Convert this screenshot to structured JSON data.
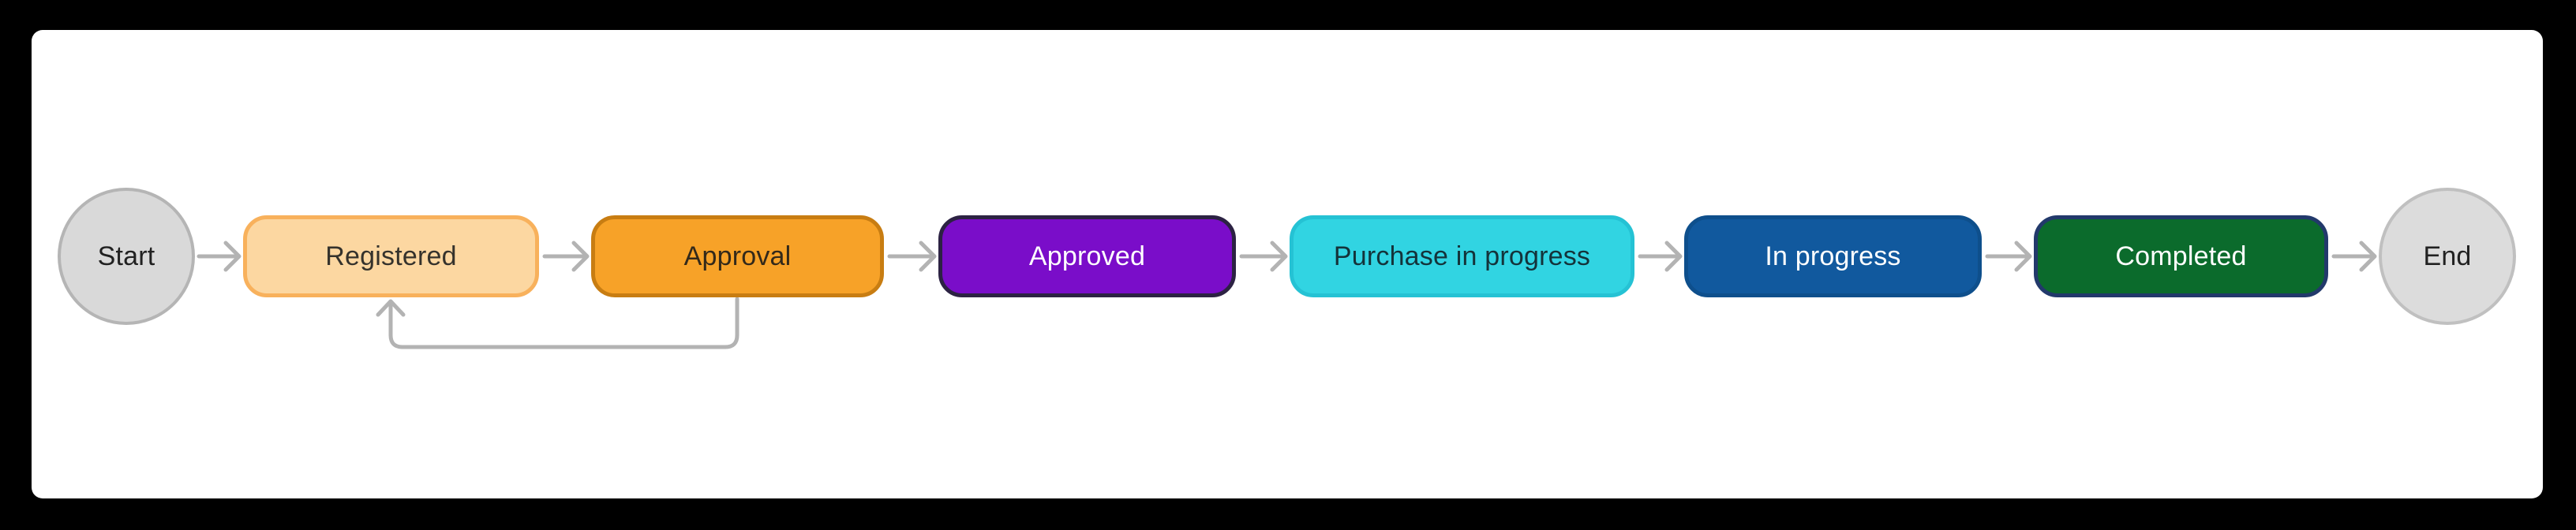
{
  "page": {
    "background": "#000000",
    "panel_background": "#ffffff"
  },
  "diagram": {
    "type": "flowchart",
    "direction": "left-to-right",
    "connector_color": "#b3b3b3",
    "nodes": [
      {
        "id": "start",
        "label": "Start",
        "shape": "circle",
        "fill": "#d9d9d9",
        "border": "#b5b5b5",
        "text_color": "#212121"
      },
      {
        "id": "registered",
        "label": "Registered",
        "shape": "rounded-rect",
        "fill": "#fcd7a1",
        "border": "#f8b15c",
        "text_color": "#35322c"
      },
      {
        "id": "approval",
        "label": "Approval",
        "shape": "rounded-rect",
        "fill": "#f7a228",
        "border": "#c87d12",
        "text_color": "#33291a"
      },
      {
        "id": "approved",
        "label": "Approved",
        "shape": "rounded-rect",
        "fill": "#7a0dc9",
        "border": "#2c2243",
        "text_color": "#ffffff"
      },
      {
        "id": "purchase-in-progress",
        "label": "Purchase in progress",
        "shape": "rounded-rect",
        "fill": "#31d4e2",
        "border": "#25c2d4",
        "text_color": "#14333a"
      },
      {
        "id": "in-progress",
        "label": "In progress",
        "shape": "rounded-rect",
        "fill": "#11599e",
        "border": "#0e4f8c",
        "text_color": "#ffffff"
      },
      {
        "id": "completed",
        "label": "Completed",
        "shape": "rounded-rect",
        "fill": "#0b6b2c",
        "border": "#22396b",
        "text_color": "#ffffff"
      },
      {
        "id": "end",
        "label": "End",
        "shape": "circle",
        "fill": "#dcdcdc",
        "border": "#c0c0c0",
        "text_color": "#212121"
      }
    ],
    "edges": [
      {
        "from": "start",
        "to": "registered",
        "type": "forward"
      },
      {
        "from": "registered",
        "to": "approval",
        "type": "forward"
      },
      {
        "from": "approval",
        "to": "approved",
        "type": "forward"
      },
      {
        "from": "approved",
        "to": "purchase-in-progress",
        "type": "forward"
      },
      {
        "from": "purchase-in-progress",
        "to": "in-progress",
        "type": "forward"
      },
      {
        "from": "in-progress",
        "to": "completed",
        "type": "forward"
      },
      {
        "from": "completed",
        "to": "end",
        "type": "forward"
      },
      {
        "from": "approval",
        "to": "registered",
        "type": "feedback"
      }
    ]
  }
}
